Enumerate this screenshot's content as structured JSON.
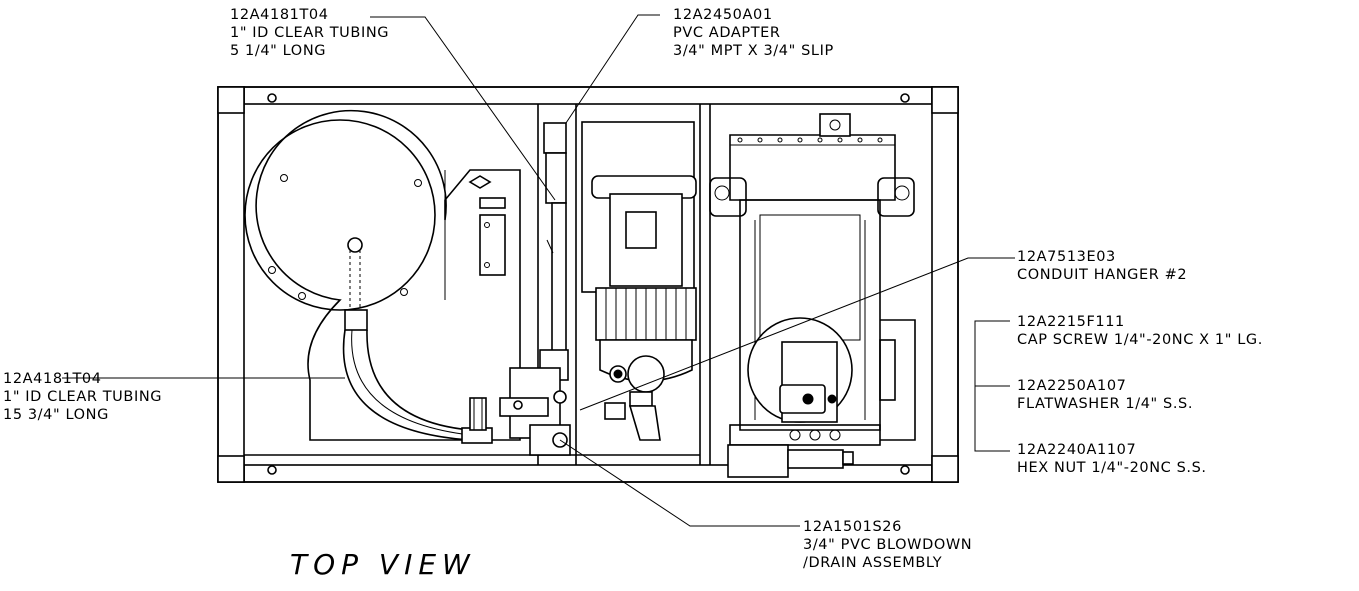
{
  "view_title": "TOP VIEW",
  "callouts": [
    {
      "id": "tubing-top",
      "lines": [
        "12A4181T04",
        "1\" ID CLEAR TUBING",
        "5 1/4\" LONG"
      ]
    },
    {
      "id": "pvc-adapter",
      "lines": [
        "12A2450A01",
        "PVC ADAPTER",
        "3/4\" MPT X 3/4\" SLIP"
      ]
    },
    {
      "id": "conduit-hanger",
      "lines": [
        "12A7513E03",
        "CONDUIT HANGER #2"
      ]
    },
    {
      "id": "cap-screw",
      "lines": [
        "12A2215F111",
        "CAP SCREW 1/4\"-20NC X 1\" LG."
      ]
    },
    {
      "id": "flatwasher",
      "lines": [
        "12A2250A107",
        "FLATWASHER 1/4\" S.S."
      ]
    },
    {
      "id": "hex-nut",
      "lines": [
        "12A2240A1107",
        "HEX NUT 1/4\"-20NC S.S."
      ]
    },
    {
      "id": "tubing-left",
      "lines": [
        "12A4181T04",
        "1\" ID CLEAR TUBING",
        "15 3/4\" LONG"
      ]
    },
    {
      "id": "blowdown",
      "lines": [
        "12A1501S26",
        "3/4\" PVC BLOWDOWN",
        "/DRAIN ASSEMBLY"
      ]
    }
  ]
}
